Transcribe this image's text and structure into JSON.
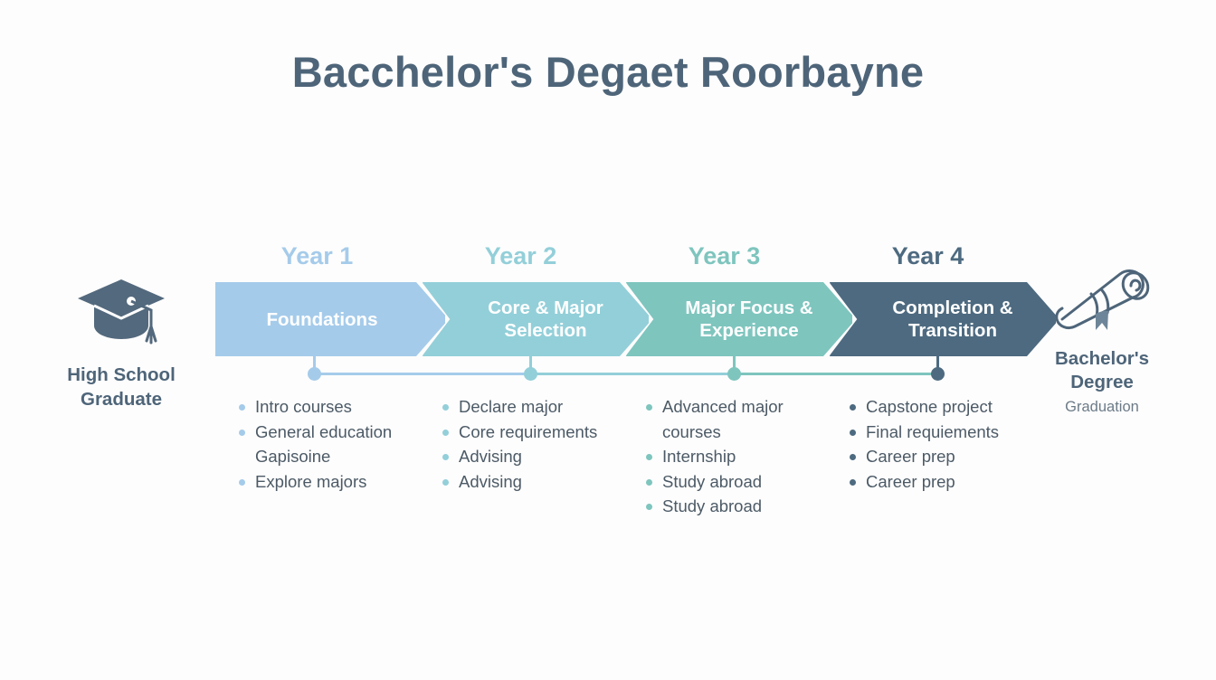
{
  "title": "Bacchelor's Degaet Roorbayne",
  "colors": {
    "background": "#fdfdfd",
    "title": "#4e6579",
    "body_text": "#4c5a66",
    "year1": "#a5cbea",
    "year2": "#93cfd9",
    "year3": "#7ec5be",
    "year4": "#4d6a80"
  },
  "start_node": {
    "icon": "graduation-cap-icon",
    "label_line1": "High School",
    "label_line2": "Graduate"
  },
  "end_node": {
    "icon": "diploma-scroll-icon",
    "label_line1": "Bachelor's",
    "label_line2": "Degree",
    "sublabel": "Graduation"
  },
  "stages": [
    {
      "year": "Year 1",
      "phase": "Foundations",
      "color": "#a5cbea",
      "items": [
        {
          "text": "Intro courses",
          "bulleted": true
        },
        {
          "text": "General education",
          "bulleted": true
        },
        {
          "text": "Gapisoine",
          "bulleted": false
        },
        {
          "text": "Explore majors",
          "bulleted": true
        }
      ]
    },
    {
      "year": "Year 2",
      "phase": "Core & Major Selection",
      "color": "#93cfd9",
      "items": [
        {
          "text": "Declare major",
          "bulleted": true
        },
        {
          "text": "Core requirements",
          "bulleted": true
        },
        {
          "text": "Advising",
          "bulleted": true
        },
        {
          "text": "Advising",
          "bulleted": true
        }
      ]
    },
    {
      "year": "Year 3",
      "phase": "Major Focus & Experience",
      "color": "#7ec5be",
      "items": [
        {
          "text": "Advanced major",
          "bulleted": true
        },
        {
          "text": "courses",
          "bulleted": false
        },
        {
          "text": "Internship",
          "bulleted": true
        },
        {
          "text": "Study abroad",
          "bulleted": true
        },
        {
          "text": "Study abroad",
          "bulleted": true
        }
      ]
    },
    {
      "year": "Year 4",
      "phase": "Completion & Transition",
      "color": "#4d6a80",
      "items": [
        {
          "text": "Capstone project",
          "bulleted": true
        },
        {
          "text": "Final requiements",
          "bulleted": true
        },
        {
          "text": "Career prep",
          "bulleted": true
        },
        {
          "text": "Career prep",
          "bulleted": true
        }
      ]
    }
  ]
}
